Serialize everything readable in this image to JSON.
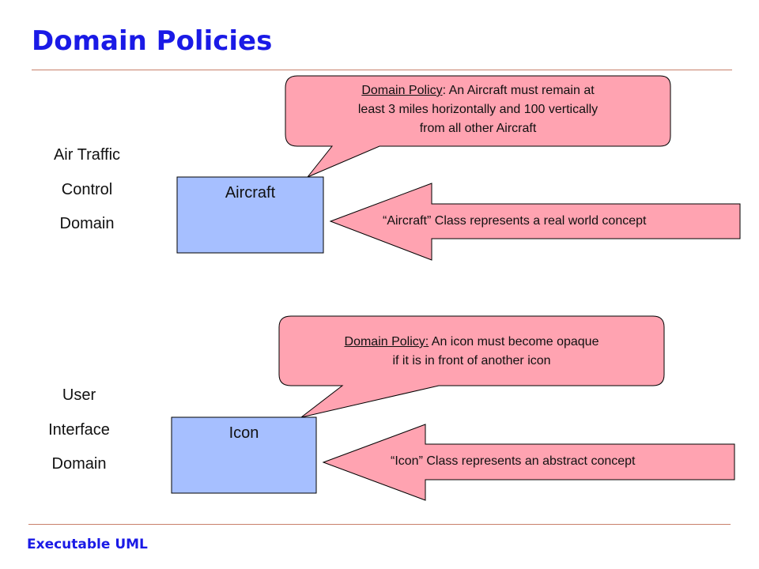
{
  "slide": {
    "title": "Domain Policies",
    "footer": "Executable UML"
  },
  "colors": {
    "title": "#1a1ae6",
    "rule": "#c8806a",
    "class_box_fill": "#a6bfff",
    "callout_fill": "#ffa3b1"
  },
  "domains": [
    {
      "lines": [
        "Air Traffic",
        "Control",
        "Domain"
      ],
      "class_name": "Aircraft",
      "policy_label": "Domain Policy",
      "policy_separator": ": ",
      "policy_lines": [
        "An Aircraft must remain at",
        "least 3 miles horizontally and 100 vertically",
        "from all other Aircraft"
      ],
      "arrow_text": "“Aircraft” Class represents a real world concept"
    },
    {
      "lines": [
        "User",
        "Interface",
        "Domain"
      ],
      "class_name": "Icon",
      "policy_label": "Domain Policy:",
      "policy_separator": " ",
      "policy_lines": [
        "An icon must become opaque",
        "if it is in front of another icon"
      ],
      "arrow_text": "“Icon” Class represents an abstract concept"
    }
  ]
}
